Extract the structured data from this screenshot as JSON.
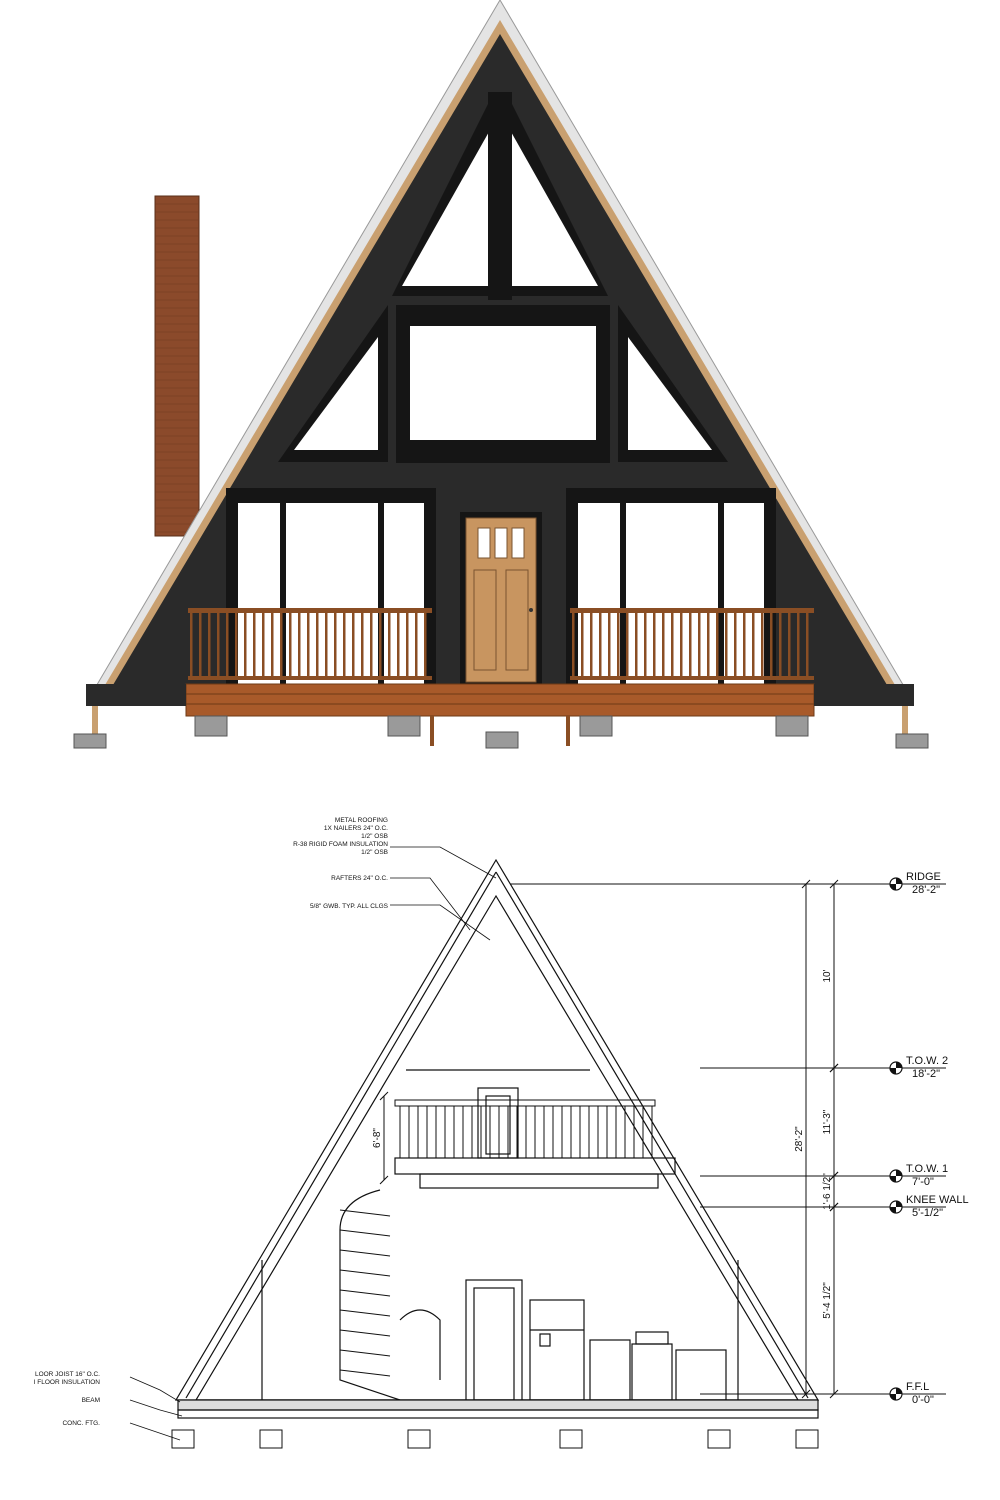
{
  "colors": {
    "siding": "#2a2a2a",
    "trim": "#151515",
    "glass": "#ffffff",
    "wood": "#b8875a",
    "deck": "#a85a2a",
    "rail": "#8a4e24",
    "chimney": "#8b4a2b",
    "roofEdge": "#dcdcdc",
    "line": "#111111"
  },
  "annotations": {
    "metal_roofing": "METAL ROOFING",
    "nailers": "1X NAILERS 24\" O.C.",
    "osb_top": "1/2\" OSB",
    "foam": "R-38 RIGID FOAM INSULATION",
    "osb_bottom": "1/2\" OSB",
    "rafters": "RAFTERS 24\" O.C.",
    "gwb": "5/8\" GWB. TYP. ALL CLGS",
    "floor_joist": "LOOR JOIST 16\" O.C.",
    "floor_insulation": "I FLOOR INSULATION",
    "beam": "BEAM",
    "footing": "CONC. FTG."
  },
  "levels": [
    {
      "name": "RIDGE",
      "value": "28'-2\""
    },
    {
      "name": "T.O.W. 2",
      "value": "18'-2\""
    },
    {
      "name": "T.O.W. 1",
      "value": "7'-0\""
    },
    {
      "name": "KNEE WALL",
      "value": "5'-1/2\""
    },
    {
      "name": "F.F.L",
      "value": "0'-0\""
    }
  ],
  "dimensions": {
    "overall": "28'-2\"",
    "top": "10'",
    "upper": "11'-3\"",
    "mid": "1'-6 1/2\"",
    "lower": "5'-4 1/2\"",
    "door_height": "6'-8\""
  }
}
